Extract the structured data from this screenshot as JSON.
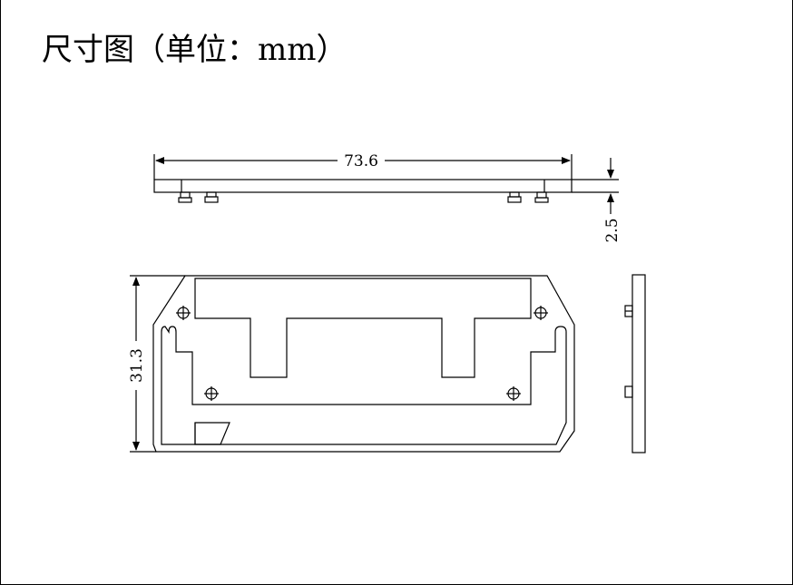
{
  "title": "尺寸图（单位：mm）",
  "dimensions": {
    "length": "73.6",
    "thickness": "2.5",
    "height": "31.3"
  },
  "colors": {
    "line": "#000000",
    "background": "#ffffff"
  }
}
